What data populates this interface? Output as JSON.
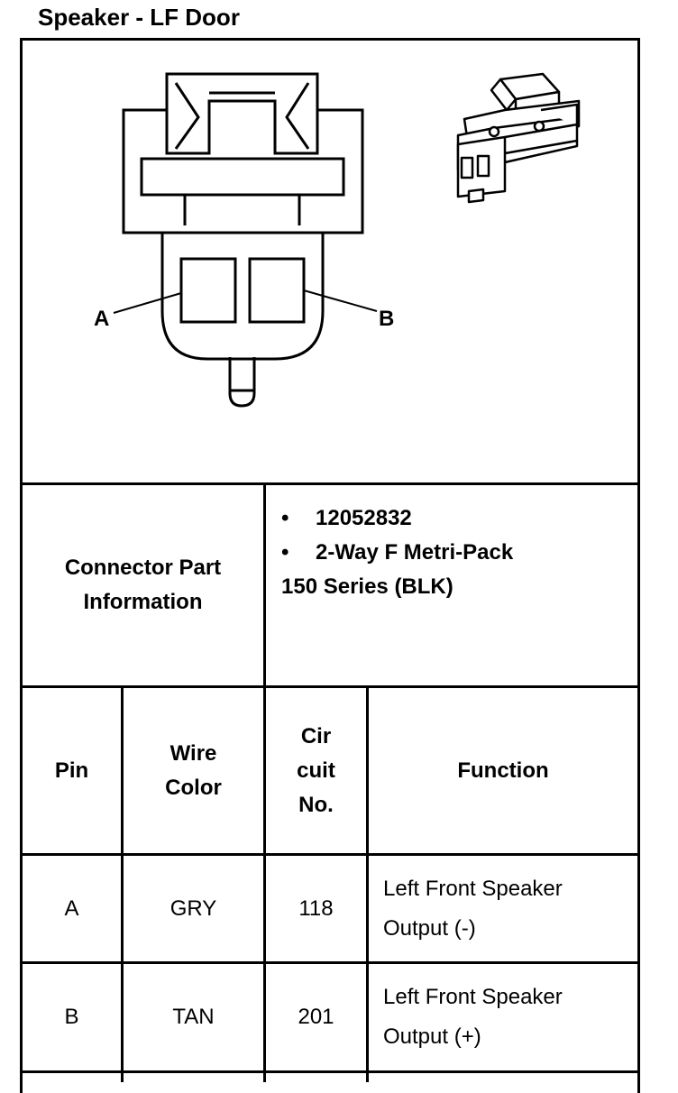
{
  "title": "Speaker - LF Door",
  "diagram": {
    "pin_label_a": "A",
    "pin_label_b": "B"
  },
  "connector_info": {
    "label_line1": "Connector Part",
    "label_line2": "Information",
    "bullets": [
      "12052832",
      "2-Way F Metri-Pack"
    ],
    "continuation": "150 Series (BLK)"
  },
  "table": {
    "headers": {
      "pin": "Pin",
      "wire_color_line1": "Wire",
      "wire_color_line2": "Color",
      "circuit_line1": "Cir",
      "circuit_line2": "cuit",
      "circuit_line3": "No.",
      "function": "Function"
    },
    "rows": [
      {
        "pin": "A",
        "wire_color": "GRY",
        "circuit": "118",
        "function_line1": "Left Front Speaker",
        "function_line2": "Output (-)"
      },
      {
        "pin": "B",
        "wire_color": "TAN",
        "circuit": "201",
        "function_line1": "Left Front Speaker",
        "function_line2": "Output (+)"
      }
    ]
  }
}
